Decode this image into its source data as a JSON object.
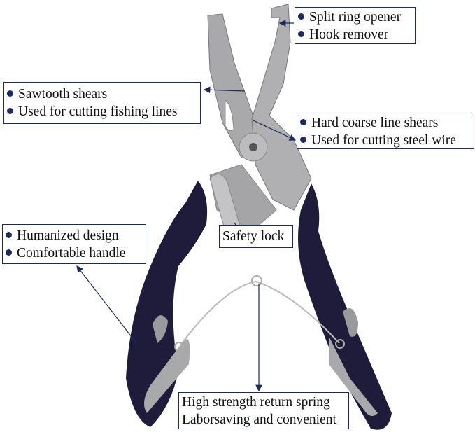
{
  "colors": {
    "accent": "#1d2a5a",
    "handle": "#1f1b3b",
    "steel": "#a9a9ab"
  },
  "callouts": {
    "split_ring": {
      "lines": [
        "Split ring opener",
        "Hook remover"
      ]
    },
    "sawtooth": {
      "lines": [
        "Sawtooth shears",
        "Used for cutting fishing lines"
      ]
    },
    "hard_coarse": {
      "lines": [
        "Hard coarse line shears",
        "Used for cutting steel wire"
      ]
    },
    "safety_lock": {
      "lines": [
        "Safety lock"
      ]
    },
    "humanized": {
      "lines": [
        "Humanized design",
        "Comfortable handle"
      ]
    },
    "spring": {
      "lines": [
        "High strength return spring",
        "Laborsaving and convenient"
      ]
    }
  }
}
